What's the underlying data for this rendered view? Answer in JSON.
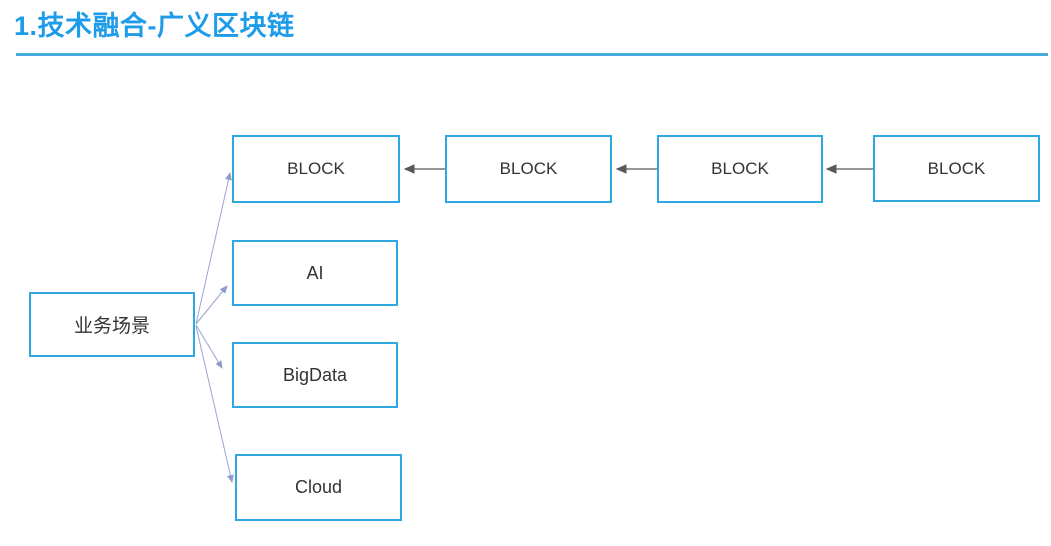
{
  "title": "1.技术融合-广义区块链",
  "colors": {
    "title_blue": "#1e9ce9",
    "underline_blue": "#47ace0",
    "node_border_blue": "#2fa8e1",
    "node_text": "#333333",
    "chain_arrow_gray": "#595959",
    "fan_arrow_blue": "#8e9cc9"
  },
  "diagram": {
    "source_box": {
      "label": "业务场景"
    },
    "chain_boxes": [
      {
        "label": "BLOCK"
      },
      {
        "label": "BLOCK"
      },
      {
        "label": "BLOCK"
      },
      {
        "label": "BLOCK"
      }
    ],
    "branch_boxes": [
      {
        "label": "AI"
      },
      {
        "label": "BigData"
      },
      {
        "label": "Cloud"
      }
    ]
  }
}
